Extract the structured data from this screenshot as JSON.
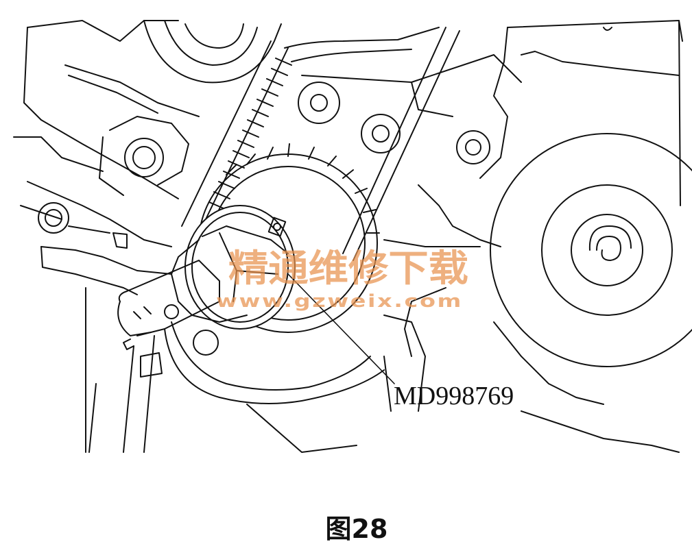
{
  "figure": {
    "part_label": "MD998769",
    "caption": "图28"
  },
  "watermark": {
    "text_cn": "精通维修下载",
    "text_url": "www.gzweix.com",
    "color": "#e8934f"
  }
}
